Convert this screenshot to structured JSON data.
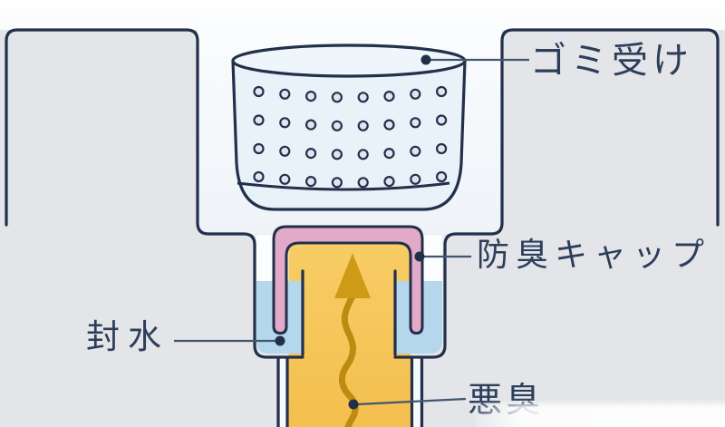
{
  "figure": {
    "type": "diagram",
    "subject": "sink-drain-trap-cross-section",
    "labels": {
      "strainer": "ゴミ受け",
      "odor_cap": "防臭キャップ",
      "water_seal": "封水",
      "bad_odor": "悪臭"
    },
    "colors": {
      "outline": "#22304a",
      "label_text": "#2d3e5a",
      "connector": "#44566e",
      "dot": "#1f3048",
      "block_gray": "#e3e5e9",
      "recess_white": "#f5f8fc",
      "basket_fill": "#e9f1f9",
      "basket_rim_fill": "#eef5fb",
      "hole_fill": "#e3e4f2",
      "cup_air_white": "#fbfdff",
      "pipe_gap_white": "#f7fafc",
      "water_blue": "#b5d7ec",
      "odor_orange": "#f6c558",
      "cap_pink": "#e2a9c9",
      "arrow_gold": "#bd8b10",
      "arrow_head_gold": "#cf9a18"
    },
    "strainer_holes": {
      "rows": 4,
      "cols": 8
    }
  }
}
